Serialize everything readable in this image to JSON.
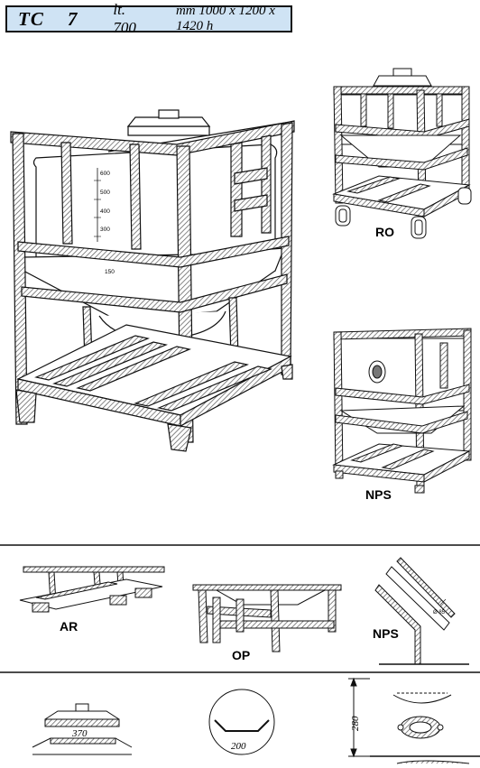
{
  "header": {
    "code": "TC",
    "number": "7",
    "capacity": "lt. 700",
    "dimensions": "mm 1000 x 1200 x 1420 h"
  },
  "main_tank": {
    "scale_marks": [
      "600",
      "500",
      "400",
      "300"
    ],
    "cone_mark": "150"
  },
  "variants": {
    "ro": "RO",
    "nps_top": "NPS"
  },
  "accessories": {
    "ar": "AR",
    "op": "OP",
    "nps": "NPS",
    "nps_detail": "Ø 85"
  },
  "details": {
    "lid_width": "370",
    "ring_width": "200",
    "height": "280"
  },
  "colors": {
    "header_bg": "#cfe3f4",
    "hatch": "#555555"
  }
}
